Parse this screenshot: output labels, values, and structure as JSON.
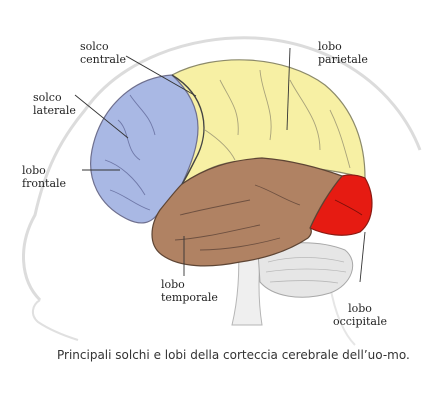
{
  "labels": {
    "solco_centrale": [
      "solco",
      "centrale"
    ],
    "lobo_parietale": [
      "lobo",
      "parietale"
    ],
    "solco_laterale": [
      "solco",
      "laterale"
    ],
    "lobo_frontale": [
      "lobo",
      "frontale"
    ],
    "lobo_temporale": [
      "lobo",
      "temporale"
    ],
    "lobo_occipitale": [
      "lobo",
      "occipitale"
    ]
  },
  "caption": "Principali solchi e lobi della corteccia cerebrale dell’uo-mo.",
  "colors": {
    "frontal": "#a9b8e4",
    "parietal": "#f7f0a4",
    "temporal": "#b08263",
    "occipital": "#e61b12",
    "cerebellum": "#e6e6e6",
    "head_outline": "#d9d9d9",
    "leader_line": "#333333"
  }
}
